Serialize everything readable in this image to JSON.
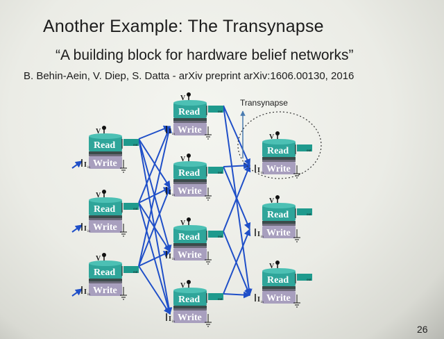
{
  "slide": {
    "title": "Another Example: The Transynapse",
    "subtitle": "“A building block for hardware belief networks”",
    "citation": "B. Behin-Aein, V. Diep, S. Datta - arXiv preprint arXiv:1606.00130,  2016",
    "slide_number": "26"
  },
  "diagram": {
    "annotation": "Transynapse",
    "device": {
      "read_label": "Read",
      "write_label": "Write",
      "supply_label": "V",
      "input_label": "I",
      "input_sub": "in",
      "output_sub": "out"
    },
    "colors": {
      "read_block": "#2fa59a",
      "write_block": "#a89fbe",
      "wire": "#1f4fc8",
      "out_pad": "#1f9a8d"
    }
  }
}
